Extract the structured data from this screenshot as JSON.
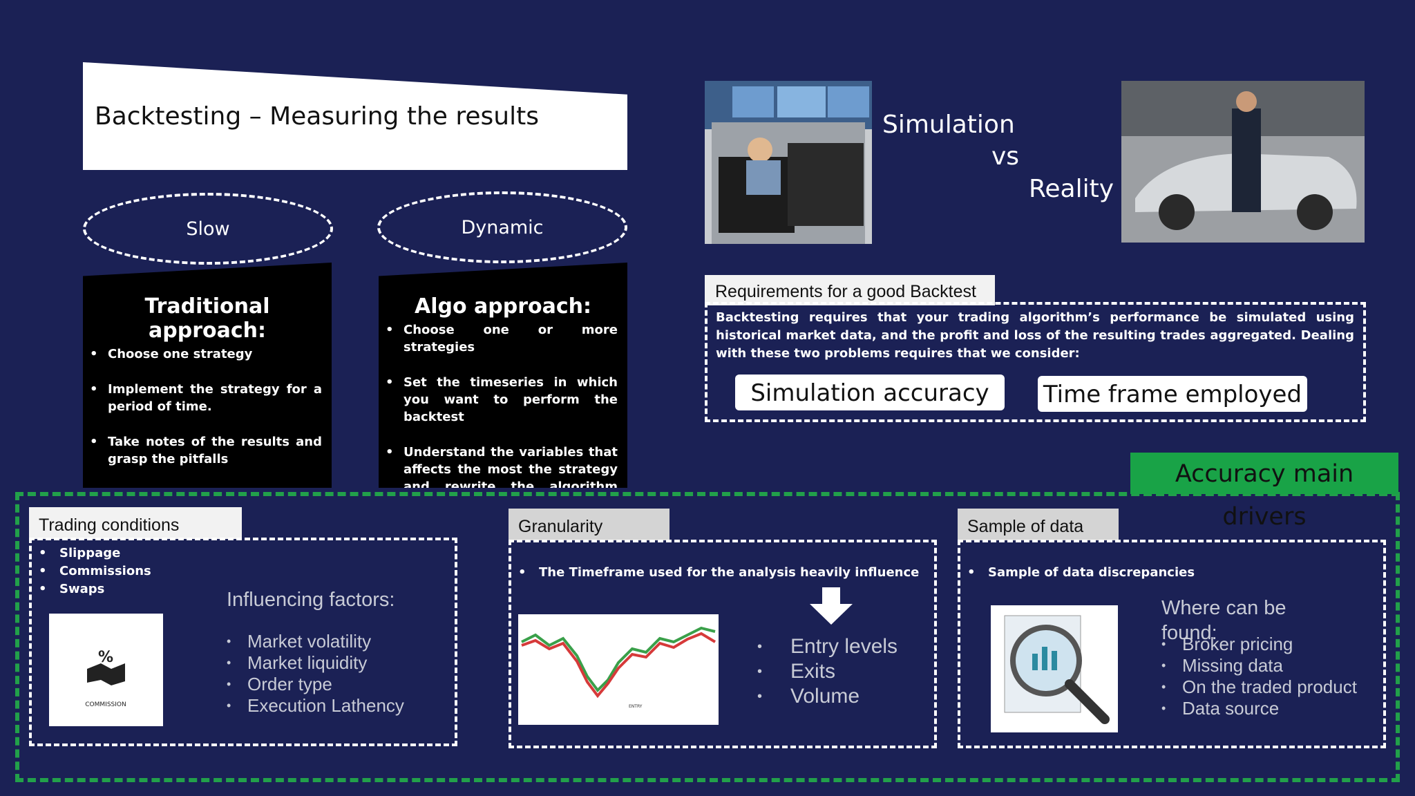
{
  "title": "Backtesting – Measuring the results",
  "ovals": {
    "left": "Slow",
    "right": "Dynamic"
  },
  "traditional": {
    "heading": "Traditional approach:",
    "items": [
      "Choose one strategy",
      "Implement the strategy for a period of time.",
      "Take notes of the results and grasp the pitfalls"
    ]
  },
  "algo": {
    "heading": "Algo approach:",
    "items": [
      "Choose one or more strategies",
      "Set the timeseries in which you want to perform the backtest",
      "Understand the variables that affects the most the strategy and rewrite the algorithm properly."
    ]
  },
  "comparison": {
    "simulation": "Simulation",
    "vs": "vs",
    "reality": "Reality"
  },
  "requirements": {
    "tab": "Requirements for a good Backtest",
    "text": "Backtesting requires that your trading algorithm’s performance be simulated using historical market data, and the profit and loss of the resulting trades aggregated. Dealing with these two problems requires that we consider:",
    "pill_left": "Simulation accuracy",
    "pill_right": "Time frame employed"
  },
  "drivers_label": "Accuracy main drivers",
  "trading": {
    "tab": "Trading conditions",
    "items": [
      "Slippage",
      "Commissions",
      "Swaps"
    ],
    "factors_heading": "Influencing factors:",
    "factors": [
      "Market volatility",
      "Market liquidity",
      "Order type",
      "Execution Lathency"
    ],
    "image_caption": "COMMISSION",
    "image_symbol": "%"
  },
  "granularity": {
    "tab": "Granularity",
    "item": "The Timeframe used for the analysis heavily influence",
    "results": [
      "Entry levels",
      "Exits",
      "Volume"
    ]
  },
  "sample": {
    "tab": "Sample of data",
    "item": "Sample of data discrepancies",
    "where_heading": "Where can be found:",
    "where": [
      "Broker pricing",
      "Missing data",
      "On the traded product",
      "Data source"
    ]
  },
  "colors": {
    "background": "#1b2155",
    "accent_green": "#19a347",
    "white": "#ffffff",
    "black": "#000000"
  }
}
